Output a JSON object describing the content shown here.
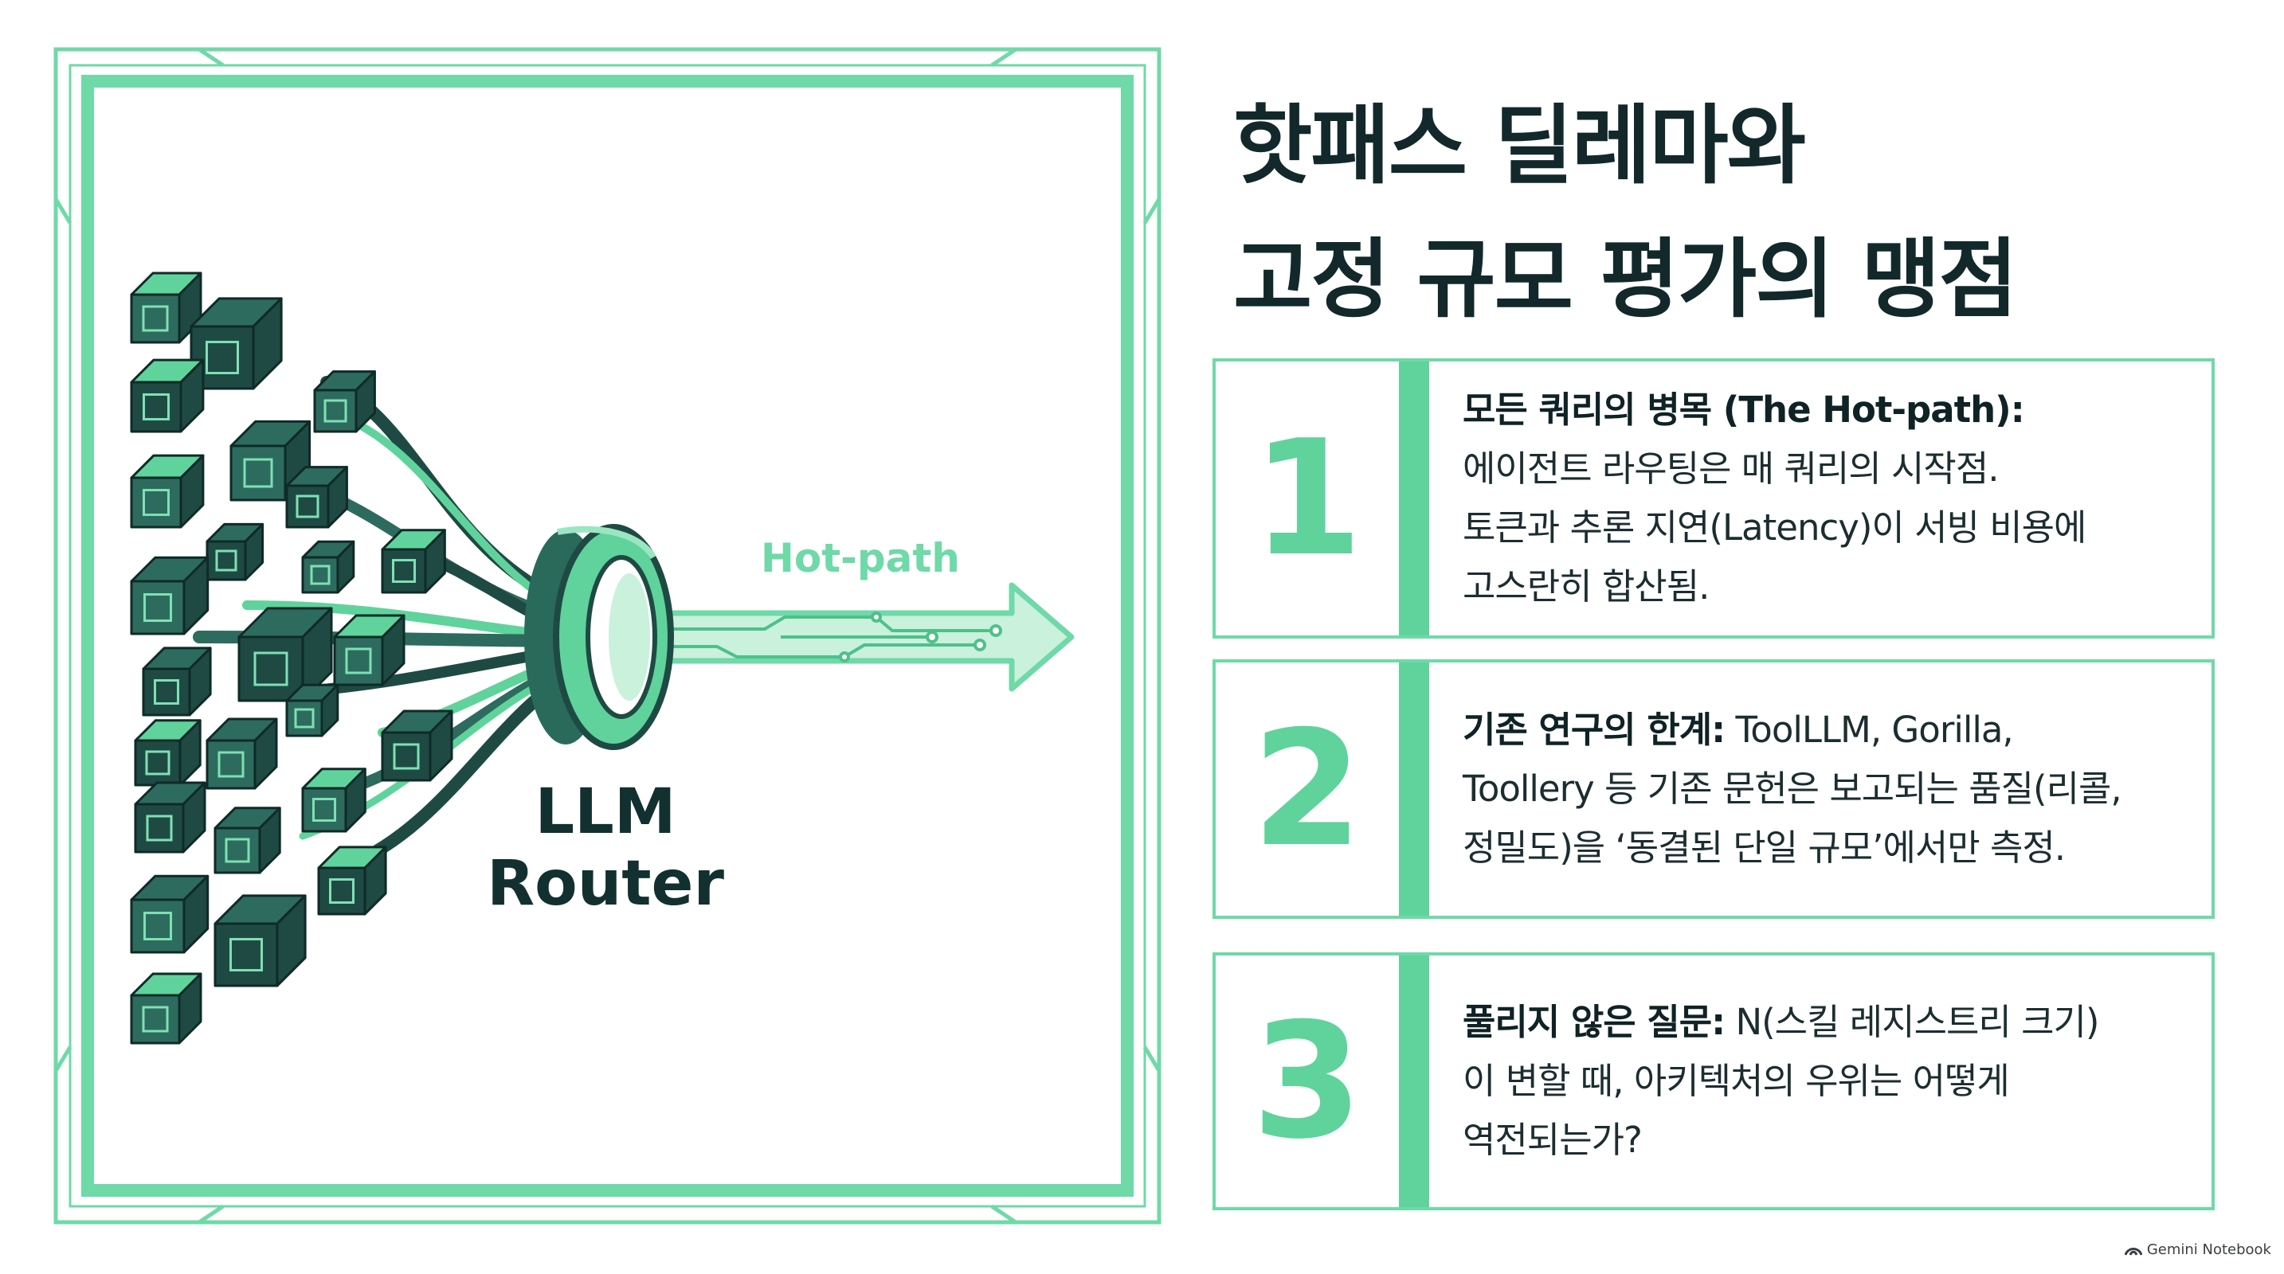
{
  "title": {
    "line1": "핫패스 딜레마와",
    "line2": "고정 규모 평가의 맹점"
  },
  "diagram": {
    "router_label_line1": "LLM",
    "router_label_line2": "Router",
    "arrow_label": "Hot-path"
  },
  "cards": [
    {
      "number": "1",
      "lead": "모든 쿼리의 병목 (The Hot-path):",
      "lines": [
        "에이전트 라우팅은 매 쿼리의 시작점.",
        "토큰과 추론 지연(Latency)이 서빙 비용에",
        "고스란히 합산됨."
      ]
    },
    {
      "number": "2",
      "lead": "기존 연구의 한계:",
      "lead_rest": " ToolLLM, Gorilla,",
      "lines": [
        "Toollery 등 기존 문헌은 보고되는 품질(리콜,",
        "정밀도)을 ‘동결된 단일 규모’에서만 측정."
      ]
    },
    {
      "number": "3",
      "lead": "풀리지 않은 질문:",
      "lead_rest": " N(스킬 레지스트리 크기)",
      "lines": [
        "이 변할 때, 아키텍처의 우위는 어떻게",
        "역전되는가?"
      ]
    }
  ],
  "footer": {
    "brand": "Gemini Notebook",
    "icon": "gemini-logo-icon"
  },
  "colors": {
    "accent": "#5fd39b",
    "accent_light": "#6fd9a8",
    "cube_dark": "#1f4a44",
    "cube_mid": "#2d6b5e",
    "cube_light": "#5fd39b",
    "title": "#12282b"
  }
}
